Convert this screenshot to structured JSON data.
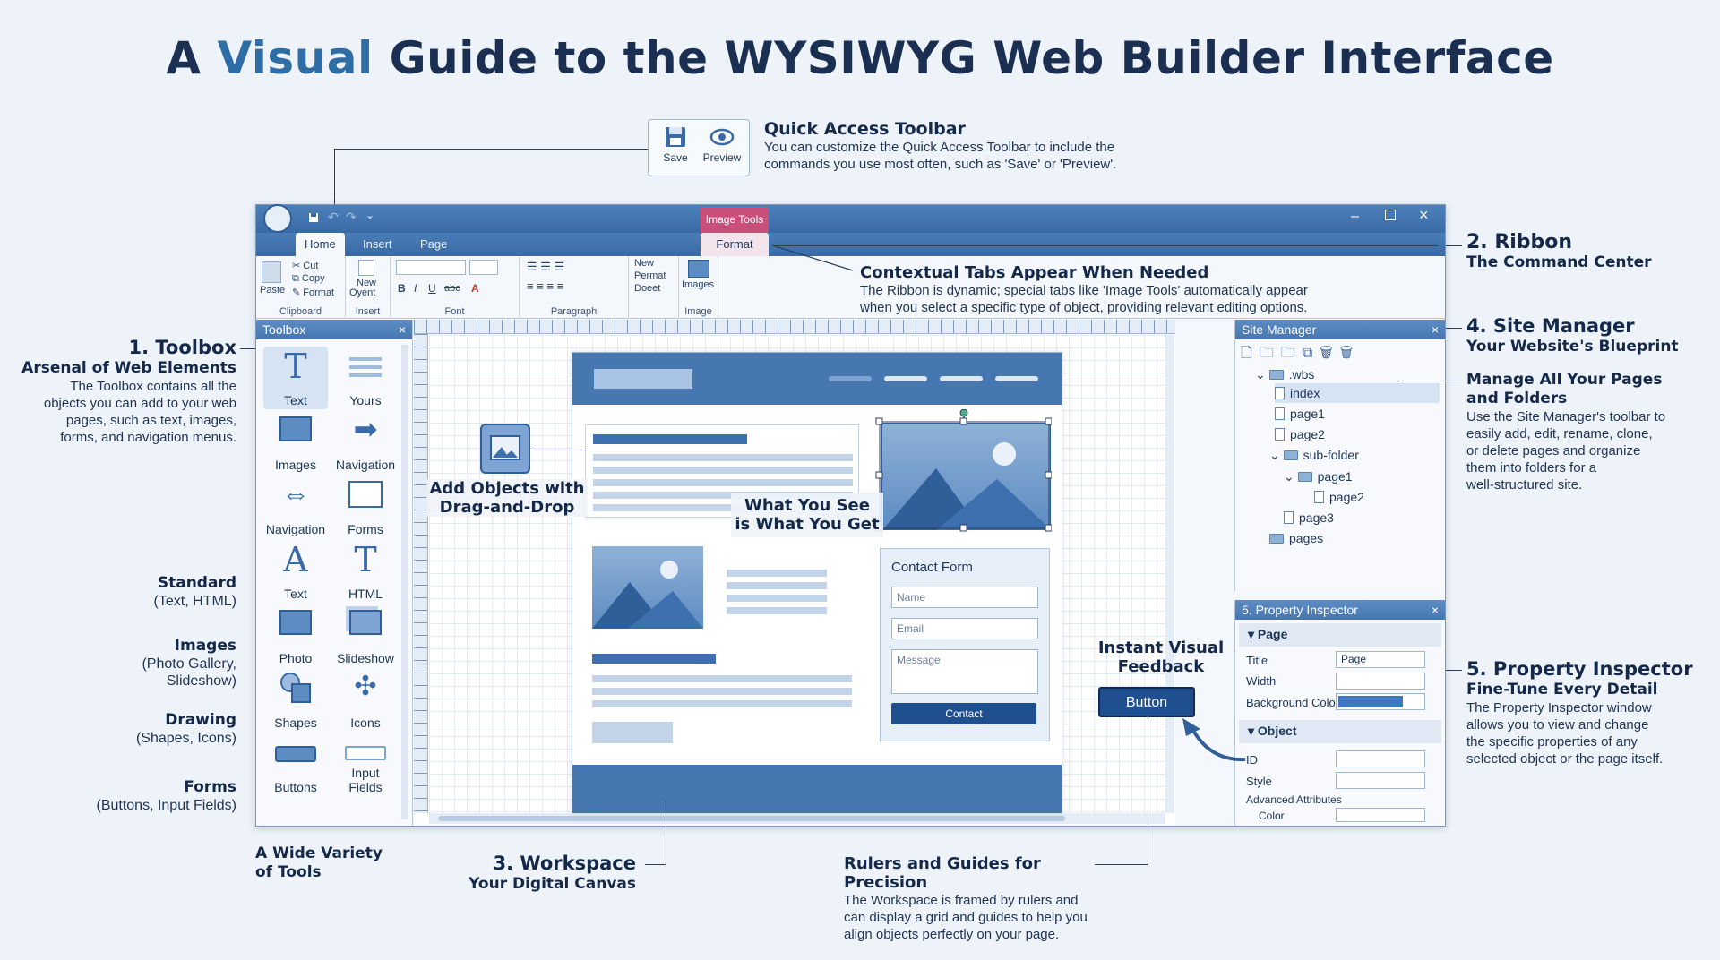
{
  "title": {
    "part1": "A ",
    "accent": "Visual",
    "part2": " Guide to the WYSIWYG Web Builder Interface"
  },
  "quick_access": {
    "heading": "Quick Access Toolbar",
    "desc1": "You can customize the Quick Access Toolbar to include the",
    "desc2": "commands you use most often, such as 'Save' or 'Preview'.",
    "save_label": "Save",
    "preview_label": "Preview"
  },
  "ribbon_ann": {
    "heading": "2. Ribbon",
    "sub": "The Command Center"
  },
  "contextual": {
    "heading": "Contextual Tabs Appear When Needed",
    "desc1": "The Ribbon is dynamic; special tabs like 'Image Tools' automatically appear",
    "desc2": "when you select a specific type of object, providing relevant editing options."
  },
  "site_ann": {
    "heading": "4. Site Manager",
    "sub": "Your Website's Blueprint",
    "h2a": "Manage All Your Pages",
    "h2b": "and Folders",
    "d1": "Use the Site Manager's toolbar to",
    "d2": "easily add, edit, rename, clone,",
    "d3": "or delete pages and organize",
    "d4": "them into folders for a",
    "d5": "well-structured site."
  },
  "prop_ann": {
    "heading": "5. Property Inspector",
    "sub": "Fine-Tune Every Detail",
    "d1": "The Property Inspector window",
    "d2": "allows you to view and change",
    "d3": "the specific properties of any",
    "d4": "selected object or the page itself."
  },
  "toolbox_ann": {
    "heading": "1. Toolbox",
    "sub": "Arsenal of Web Elements",
    "d1": "The Toolbox contains all the",
    "d2": "objects you can add to your web",
    "d3": "pages, such as text, images,",
    "d4": "forms, and navigation menus."
  },
  "categories": [
    {
      "h": "Standard",
      "d1": "(Text, HTML)",
      "d2": ""
    },
    {
      "h": "Images",
      "d1": "(Photo Gallery,",
      "d2": "Slideshow)"
    },
    {
      "h": "Drawing",
      "d1": "(Shapes, Icons)",
      "d2": ""
    },
    {
      "h": "Forms",
      "d1": "(Buttons, Input Fields)",
      "d2": ""
    }
  ],
  "variety": {
    "l1": "A Wide Variety",
    "l2": "of Tools"
  },
  "workspace_ann": {
    "heading": "3. Workspace",
    "sub": "Your Digital Canvas"
  },
  "rulers_ann": {
    "heading": "Rulers and Guides for Precision",
    "d1": "The Workspace is framed by rulers and",
    "d2": "can display a grid and guides to help you",
    "d3": "align objects perfectly on your page."
  },
  "dragdrop": {
    "l1": "Add Objects with",
    "l2": "Drag-and-Drop"
  },
  "wysiwyg": {
    "l1": "What You See",
    "l2": "is What You Get"
  },
  "feedback": {
    "l1": "Instant Visual",
    "l2": "Feedback",
    "button": "Button"
  },
  "window": {
    "tabs": [
      "Home",
      "Insert",
      "Page"
    ],
    "context_group": "Image Tools",
    "context_tab": "Format",
    "clipboard": {
      "paste": "Paste",
      "cut": "Cut",
      "copy": "Copy",
      "format": "Format",
      "label": "Clipboard"
    },
    "insert": {
      "new": "New",
      "obj": "Oyent",
      "label": "Insert"
    },
    "font_label": "Font",
    "paragraph_label": "Paragraph",
    "format_items": [
      "New",
      "Permat",
      "Doeet"
    ],
    "image_btn": "Images",
    "image_label": "Image"
  },
  "toolbox": {
    "header": "Toolbox",
    "items": [
      "Text",
      "Yours",
      "Images",
      "Navigation",
      "Navigation",
      "Forms",
      "Text",
      "HTML",
      "Photo",
      "Slideshow",
      "Shapes",
      "Icons",
      "Buttons",
      "Input Fields"
    ]
  },
  "canvas": {
    "form_title": "Contact Form",
    "name_ph": "Name",
    "email_ph": "Email",
    "message_ph": "Message",
    "submit": "Contact"
  },
  "site_manager": {
    "header": "Site Manager",
    "tree": [
      ".wbs",
      "index",
      "page1",
      "page2",
      "sub-folder",
      "page1",
      "page2",
      "page3",
      "pages"
    ]
  },
  "property": {
    "header": "5. Property Inspector",
    "page_section": "Page",
    "title_label": "Title",
    "title_value": "Page",
    "width_label": "Width",
    "bg_label": "Background Color",
    "object_section": "Object",
    "id_label": "ID",
    "style_label": "Style",
    "adv_label": "Advanced Attributes",
    "color_label": "Color",
    "object_label": "Object",
    "bg_color": "#3f78c0"
  },
  "colors": {
    "accent": "#2f6da6",
    "brand": "#3a6aa6",
    "dark_button": "#1f4f8f"
  }
}
